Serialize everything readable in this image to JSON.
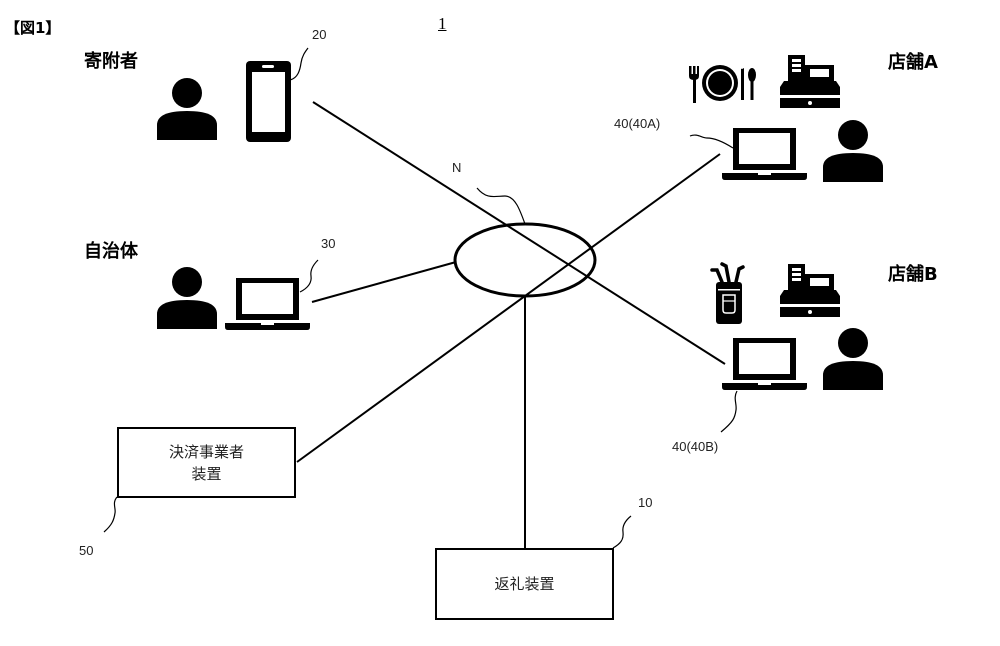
{
  "figure": {
    "label": "【図1】",
    "system_number": "1"
  },
  "network": {
    "label": "N"
  },
  "actors": {
    "donor": {
      "label": "寄附者",
      "device_ref": "20",
      "person_icon": "person-icon",
      "device_icon": "smartphone-icon"
    },
    "municipality": {
      "label": "自治体",
      "device_ref": "30",
      "person_icon": "person-icon",
      "device_icon": "laptop-icon"
    },
    "store_a": {
      "label": "店舗A",
      "device_ref": "40(40A)",
      "product_icon": "restaurant-plate-cutlery-icon",
      "register_icon": "cash-register-icon",
      "device_icon": "laptop-icon",
      "person_icon": "person-icon"
    },
    "store_b": {
      "label": "店舗B",
      "device_ref": "40(40B)",
      "product_icon": "golf-bag-icon",
      "register_icon": "cash-register-icon",
      "device_icon": "laptop-icon",
      "person_icon": "person-icon"
    }
  },
  "boxes": {
    "payment_provider": {
      "line1": "決済事業者",
      "line2": "装置",
      "ref": "50"
    },
    "return_gift_device": {
      "label": "返礼装置",
      "ref": "10"
    }
  }
}
